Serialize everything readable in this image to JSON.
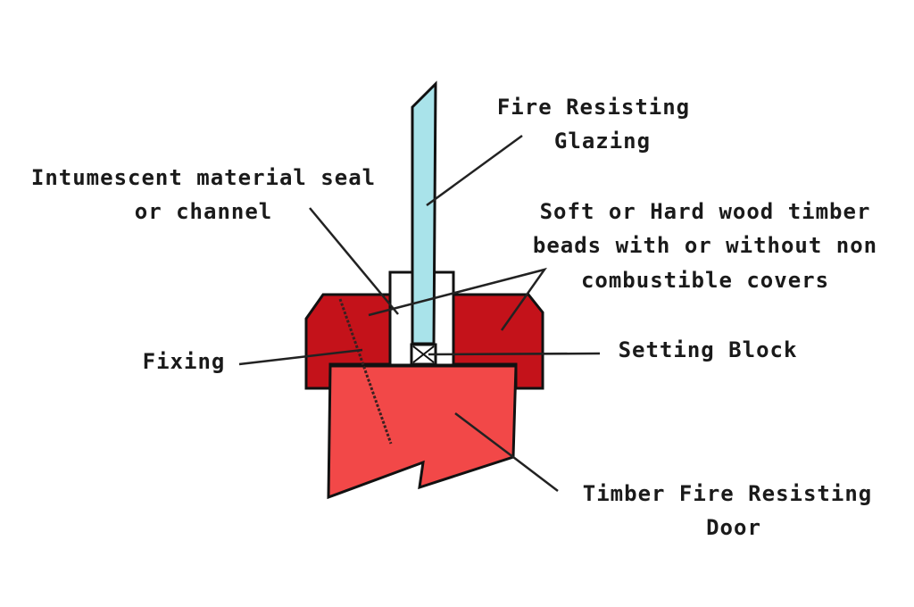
{
  "labels": {
    "glazing_line1": "Fire Resisting",
    "glazing_line2": "Glazing",
    "seal_line1": "Intumescent material seal",
    "seal_line2": "or channel",
    "beads_line1": "Soft or Hard wood timber",
    "beads_line2": "beads with or without non",
    "beads_line3": "combustible covers",
    "fixing": "Fixing",
    "setting_block": "Setting Block",
    "door_line1": "Timber Fire Resisting",
    "door_line2": "Door"
  },
  "colors": {
    "glazing": "#a9e3ea",
    "bead": "#c4121a",
    "door": "#f24848",
    "seal": "#ffffff",
    "outline": "#111111"
  }
}
